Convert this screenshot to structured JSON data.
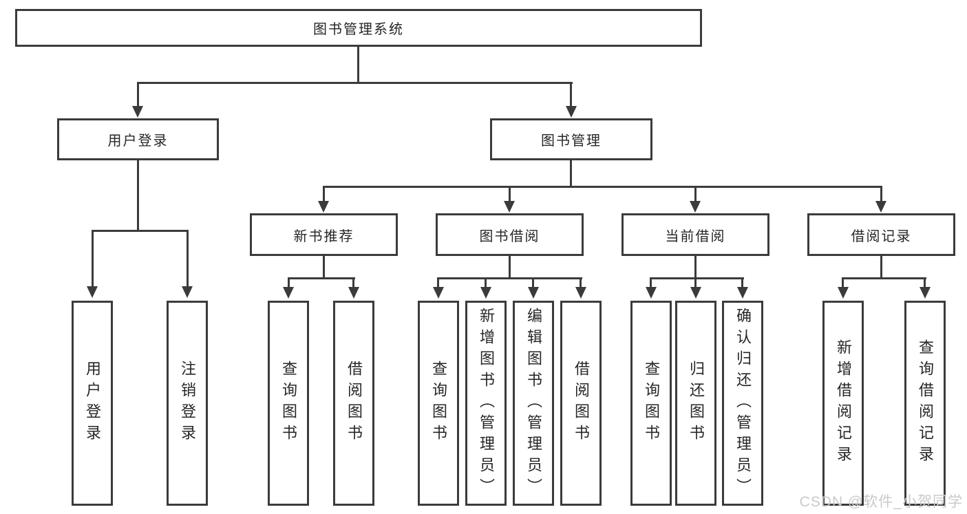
{
  "colors": {
    "line": "#3b3b3b",
    "text": "#262626",
    "background": "#ffffff",
    "watermark": "#c9c9c9"
  },
  "watermark": "CSDN @软件_小贺同学",
  "tree": {
    "label": "图书管理系统",
    "children": [
      {
        "label": "用户登录",
        "children": [
          {
            "label": "用户登录"
          },
          {
            "label": "注销登录"
          }
        ]
      },
      {
        "label": "图书管理",
        "children": [
          {
            "label": "新书推荐",
            "children": [
              {
                "label": "查询图书"
              },
              {
                "label": "借阅图书"
              }
            ]
          },
          {
            "label": "图书借阅",
            "children": [
              {
                "label": "查询图书"
              },
              {
                "label": "新增图书（管理员）"
              },
              {
                "label": "编辑图书（管理员）"
              },
              {
                "label": "借阅图书"
              }
            ]
          },
          {
            "label": "当前借阅",
            "children": [
              {
                "label": "查询图书"
              },
              {
                "label": "归还图书"
              },
              {
                "label": "确认归还（管理员）"
              }
            ]
          },
          {
            "label": "借阅记录",
            "children": [
              {
                "label": "新增借阅记录"
              },
              {
                "label": "查询借阅记录"
              }
            ]
          }
        ]
      }
    ]
  }
}
